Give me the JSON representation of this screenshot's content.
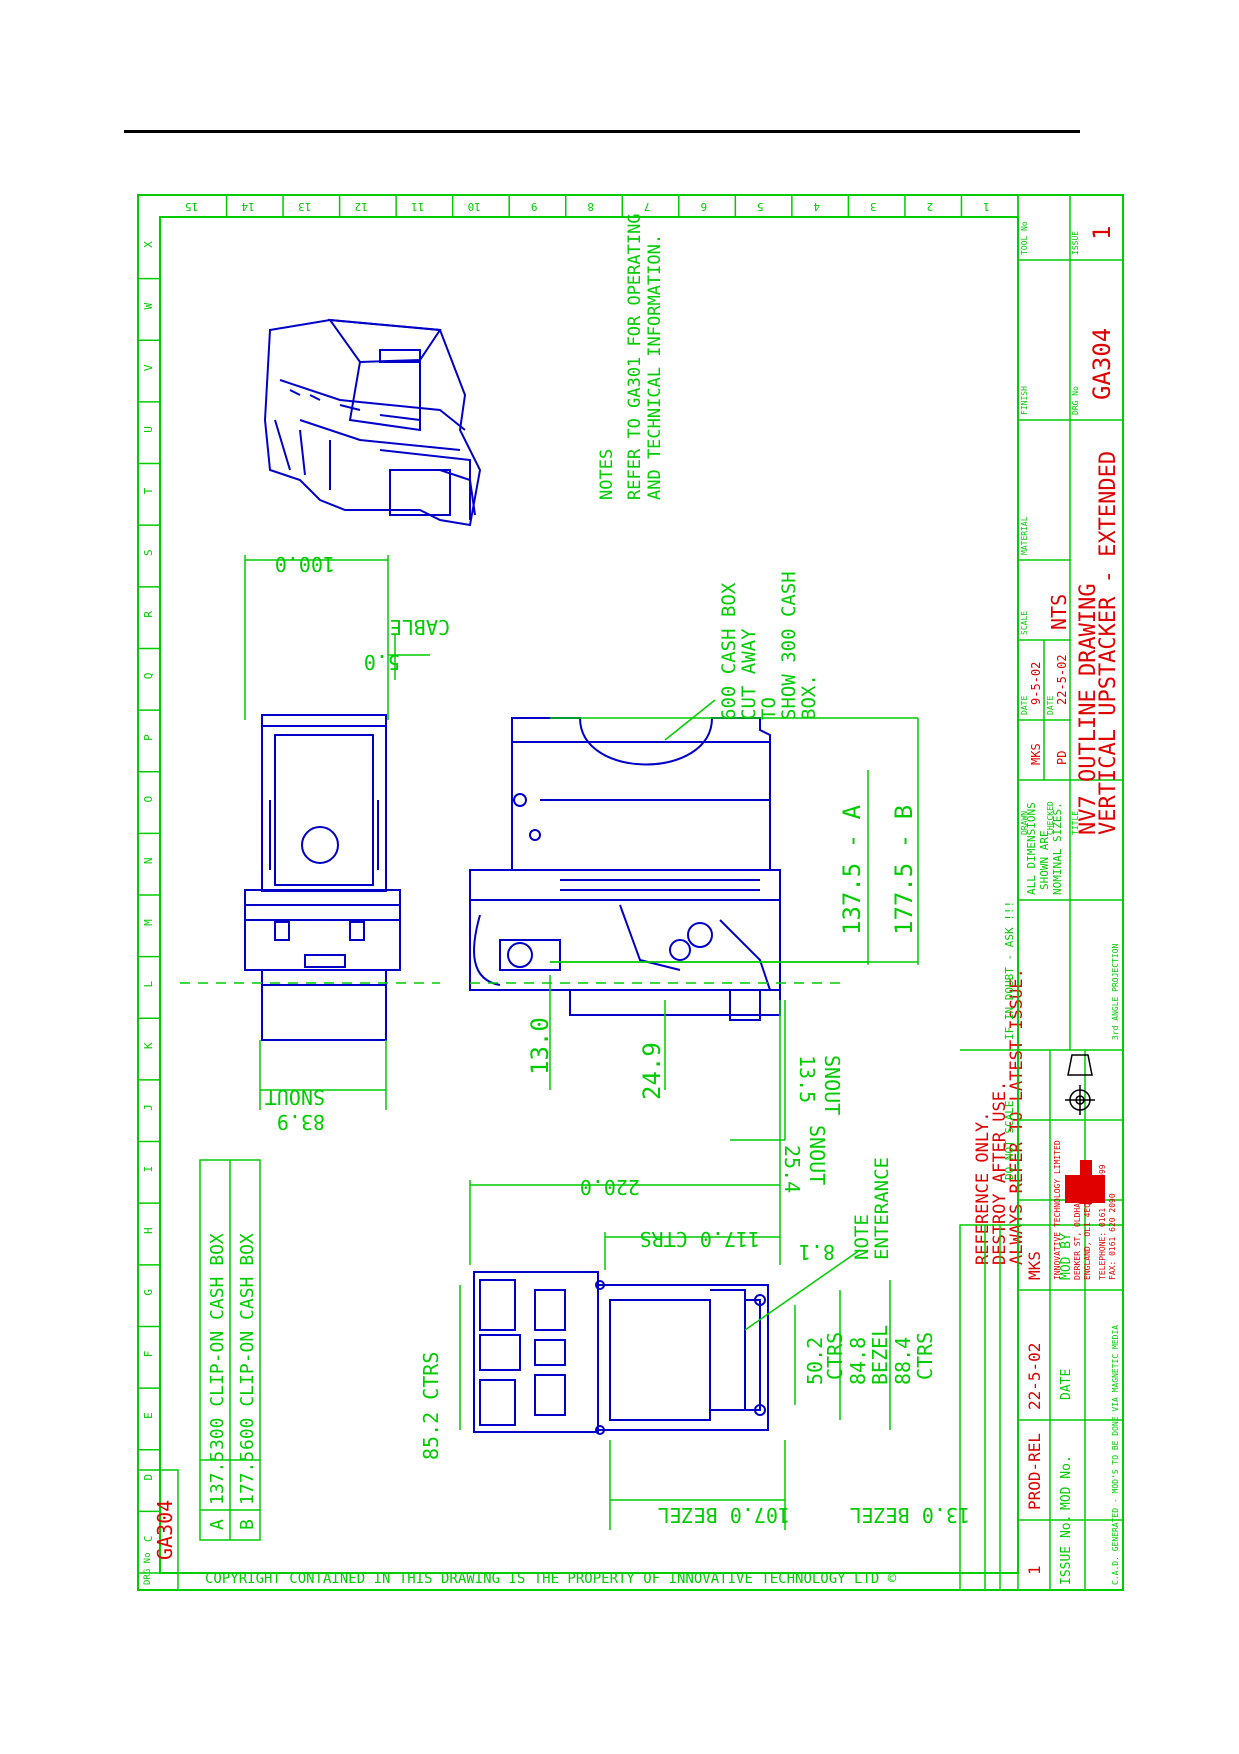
{
  "drawing": {
    "colors": {
      "border": "#00cc00",
      "dimension": "#00cc00",
      "outline": "#0000c8",
      "title": "#e00000",
      "page_rule": "#000000"
    },
    "column_labels": [
      "15",
      "14",
      "13",
      "12",
      "11",
      "10",
      "9",
      "8",
      "7",
      "6",
      "5",
      "4",
      "3",
      "2",
      "1"
    ],
    "row_labels": [
      "X",
      "W",
      "V",
      "U",
      "T",
      "S",
      "R",
      "Q",
      "P",
      "O",
      "N",
      "M",
      "L",
      "K",
      "J",
      "I",
      "H",
      "G",
      "F",
      "E",
      "D",
      "C"
    ],
    "notes": {
      "heading": "NOTES",
      "line1": "REFER TO GA301 FOR OPERATING",
      "line2": "AND TECHNICAL INFORMATION."
    },
    "callouts": {
      "cut_away": [
        "600 CASH BOX",
        "CUT AWAY",
        "TO",
        "SHOW 300 CASH",
        "BOX."
      ],
      "note_entrance": [
        "NOTE",
        "ENTERANCE"
      ],
      "reference": [
        "REFERENCE ONLY.",
        "DESTROY AFTER USE.",
        "ALWAYS REFER TO LATEST ISSUE."
      ]
    },
    "dimensions": {
      "d100": "100.0",
      "cable": "CABLE",
      "d5": "5.0",
      "d83_9": "83.9",
      "snout": "SNOUT",
      "d137_5a": "137.5 - A",
      "d177_5b": "177.5 - B",
      "d13_0": "13.0",
      "d24_9": "24.9",
      "d13_5": "13.5",
      "d25_4": "25.4",
      "d220": "220.0",
      "d117_ctrs": "117.0 CTRS",
      "d8_1": "8.1",
      "d85_2": "85.2 CTRS",
      "d50_2": "50.2",
      "ctrs": "CTRS",
      "d84_8": "84.8",
      "bezel": "BEZEL",
      "d88_4": "88.4",
      "d107_bezel": "107.0 BEZEL",
      "d13_bezel": "13.0 BEZEL"
    },
    "variants_table": {
      "rows": [
        {
          "key": "A",
          "value": "137.5",
          "desc": "300 CLIP-ON CASH BOX"
        },
        {
          "key": "B",
          "value": "177.5",
          "desc": "600 CLIP-ON CASH BOX"
        }
      ]
    },
    "drg_no_label": "DRG No",
    "drg_no_value": "GA304",
    "copyright": "COPYRIGHT CONTAINED IN THIS DRAWING IS THE PROPERTY OF INNOVATIVE TECHNOLOGY LTD ©",
    "title_block": {
      "do_not_scale": "DO NOT SCALE",
      "if_in_doubt": "IF IN DOUBT - ASK !!!",
      "dims_note": [
        "ALL DIMENSIONS",
        "SHOWN ARE",
        "NOMINAL SIZES."
      ],
      "angle_projection": "3rd ANGLE PROJECTION",
      "company": "INNOVATIVE TECHNOLOGY LIMITED",
      "address": [
        "DERKER ST, OLDHAM",
        "ENGLAND, OL1 4EQ"
      ],
      "telephone": [
        "TELEPHONE: 0161 626 9999",
        "FAX: 0161 620 2090"
      ],
      "drawn_label": "DRAWN",
      "drawn": "MKS",
      "date_label": "DATE",
      "drawn_date": "9-5-02",
      "checked_label": "CHECKED",
      "checked": "PD",
      "checked_date": "22-5-02",
      "scale_label": "SCALE",
      "scale": "NTS",
      "material_label": "MATERIAL",
      "finish_label": "FINISH",
      "tool_no_label": "TOOL No",
      "title_label": "TITLE",
      "title1": "NV7 OUTLINE DRAWING",
      "title2": "VERTICAL UPSTACKER - EXTENDED",
      "drg_label": "DRG No",
      "drg": "GA304",
      "issue_label": "ISSUE",
      "issue": "1",
      "revision": {
        "issue_no": "1",
        "mod_no": "PROD-REL",
        "date": "22-5-02",
        "mod_by": "MKS",
        "headers": [
          "ISSUE No.",
          "MOD No.",
          "DATE",
          "MOD BY"
        ]
      },
      "cad_note": "C.A.D. GENERATED - MOD'S TO BE DONE VIA MAGNETIC MEDIA"
    }
  }
}
